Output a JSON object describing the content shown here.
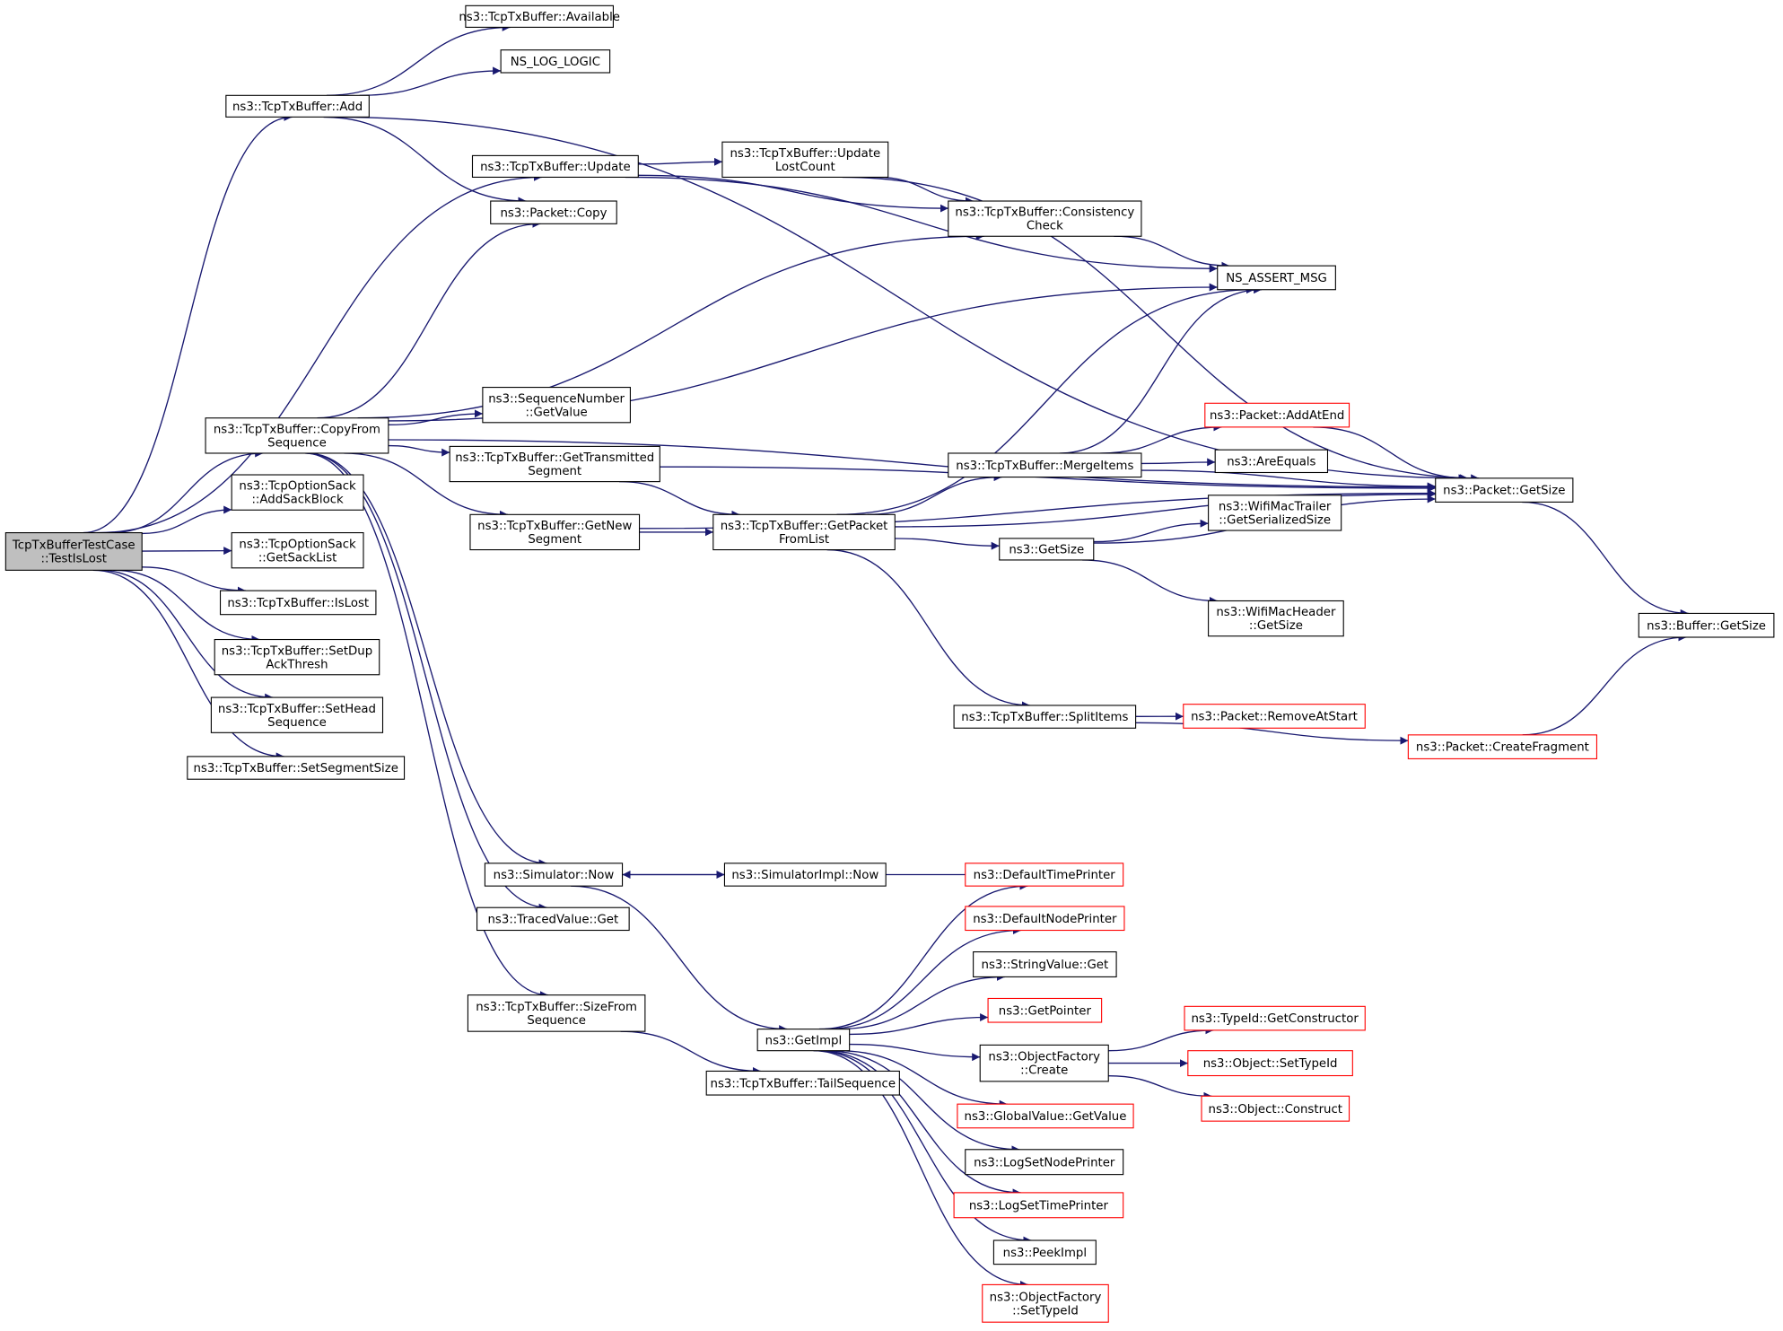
{
  "diagram": {
    "type": "call-graph",
    "colors": {
      "edge": "#191970",
      "root_fill": "#bfbfbf",
      "node_border": "#000000",
      "truncated_border": "#ff0000"
    },
    "nodes": [
      {
        "id": "root",
        "lines": [
          "TcpTxBufferTestCase",
          "::TestIsLost"
        ],
        "style": "root"
      },
      {
        "id": "available",
        "lines": [
          "ns3::TcpTxBuffer::Available"
        ]
      },
      {
        "id": "nslog",
        "lines": [
          "NS_LOG_LOGIC"
        ]
      },
      {
        "id": "add",
        "lines": [
          "ns3::TcpTxBuffer::Add"
        ]
      },
      {
        "id": "update",
        "lines": [
          "ns3::TcpTxBuffer::Update"
        ]
      },
      {
        "id": "updlost",
        "lines": [
          "ns3::TcpTxBuffer::Update",
          "LostCount"
        ]
      },
      {
        "id": "pcopy",
        "lines": [
          "ns3::Packet::Copy"
        ]
      },
      {
        "id": "consist",
        "lines": [
          "ns3::TcpTxBuffer::Consistency",
          "Check"
        ]
      },
      {
        "id": "assert",
        "lines": [
          "NS_ASSERT_MSG"
        ]
      },
      {
        "id": "seqget",
        "lines": [
          "ns3::SequenceNumber",
          "::GetValue"
        ]
      },
      {
        "id": "copyfrom",
        "lines": [
          "ns3::TcpTxBuffer::CopyFrom",
          "Sequence"
        ]
      },
      {
        "id": "gettrans",
        "lines": [
          "ns3::TcpTxBuffer::GetTransmitted",
          "Segment"
        ]
      },
      {
        "id": "addend",
        "lines": [
          "ns3::Packet::AddAtEnd"
        ],
        "style": "red"
      },
      {
        "id": "merge",
        "lines": [
          "ns3::TcpTxBuffer::MergeItems"
        ]
      },
      {
        "id": "areeq",
        "lines": [
          "ns3::AreEquals"
        ]
      },
      {
        "id": "pgetsize",
        "lines": [
          "ns3::Packet::GetSize"
        ]
      },
      {
        "id": "addsack",
        "lines": [
          "ns3::TcpOptionSack",
          "::AddSackBlock"
        ]
      },
      {
        "id": "getnew",
        "lines": [
          "ns3::TcpTxBuffer::GetNew",
          "Segment"
        ]
      },
      {
        "id": "getpkt",
        "lines": [
          "ns3::TcpTxBuffer::GetPacket",
          "FromList"
        ]
      },
      {
        "id": "wifitrailer",
        "lines": [
          "ns3::WifiMacTrailer",
          "::GetSerializedSize"
        ]
      },
      {
        "id": "getsize",
        "lines": [
          "ns3::GetSize"
        ]
      },
      {
        "id": "sacklist",
        "lines": [
          "ns3::TcpOptionSack",
          "::GetSackList"
        ]
      },
      {
        "id": "islost",
        "lines": [
          "ns3::TcpTxBuffer::IsLost"
        ]
      },
      {
        "id": "wifihdr",
        "lines": [
          "ns3::WifiMacHeader",
          "::GetSize"
        ]
      },
      {
        "id": "bgetsize",
        "lines": [
          "ns3::Buffer::GetSize"
        ]
      },
      {
        "id": "setdup",
        "lines": [
          "ns3::TcpTxBuffer::SetDup",
          "AckThresh"
        ]
      },
      {
        "id": "split",
        "lines": [
          "ns3::TcpTxBuffer::SplitItems"
        ]
      },
      {
        "id": "remstart",
        "lines": [
          "ns3::Packet::RemoveAtStart"
        ],
        "style": "red"
      },
      {
        "id": "sethead",
        "lines": [
          "ns3::TcpTxBuffer::SetHead",
          "Sequence"
        ]
      },
      {
        "id": "createfrag",
        "lines": [
          "ns3::Packet::CreateFragment"
        ],
        "style": "red"
      },
      {
        "id": "setseg",
        "lines": [
          "ns3::TcpTxBuffer::SetSegmentSize"
        ]
      },
      {
        "id": "simnow",
        "lines": [
          "ns3::Simulator::Now"
        ]
      },
      {
        "id": "simimplnow",
        "lines": [
          "ns3::SimulatorImpl::Now"
        ]
      },
      {
        "id": "deftime",
        "lines": [
          "ns3::DefaultTimePrinter"
        ],
        "style": "red"
      },
      {
        "id": "defnode",
        "lines": [
          "ns3::DefaultNodePrinter"
        ],
        "style": "red"
      },
      {
        "id": "tracedget",
        "lines": [
          "ns3::TracedValue::Get"
        ]
      },
      {
        "id": "strget",
        "lines": [
          "ns3::StringValue::Get"
        ]
      },
      {
        "id": "sizefrom",
        "lines": [
          "ns3::TcpTxBuffer::SizeFrom",
          "Sequence"
        ]
      },
      {
        "id": "getptr",
        "lines": [
          "ns3::GetPointer"
        ],
        "style": "red"
      },
      {
        "id": "typeidctor",
        "lines": [
          "ns3::TypeId::GetConstructor"
        ],
        "style": "red"
      },
      {
        "id": "getimpl",
        "lines": [
          "ns3::GetImpl"
        ]
      },
      {
        "id": "objcreate",
        "lines": [
          "ns3::ObjectFactory",
          "::Create"
        ]
      },
      {
        "id": "objsettype",
        "lines": [
          "ns3::Object::SetTypeId"
        ],
        "style": "red"
      },
      {
        "id": "tailseq",
        "lines": [
          "ns3::TcpTxBuffer::TailSequence"
        ]
      },
      {
        "id": "objconstruct",
        "lines": [
          "ns3::Object::Construct"
        ],
        "style": "red"
      },
      {
        "id": "globget",
        "lines": [
          "ns3::GlobalValue::GetValue"
        ],
        "style": "red"
      },
      {
        "id": "lognode",
        "lines": [
          "ns3::LogSetNodePrinter"
        ]
      },
      {
        "id": "logtime",
        "lines": [
          "ns3::LogSetTimePrinter"
        ],
        "style": "red"
      },
      {
        "id": "peek",
        "lines": [
          "ns3::PeekImpl"
        ]
      },
      {
        "id": "ofsettype",
        "lines": [
          "ns3::ObjectFactory",
          "::SetTypeId"
        ],
        "style": "red"
      }
    ],
    "edges": [
      [
        "root",
        "add"
      ],
      [
        "root",
        "update"
      ],
      [
        "root",
        "copyfrom"
      ],
      [
        "root",
        "addsack"
      ],
      [
        "root",
        "sacklist"
      ],
      [
        "root",
        "islost"
      ],
      [
        "root",
        "setdup"
      ],
      [
        "root",
        "sethead"
      ],
      [
        "root",
        "setseg"
      ],
      [
        "add",
        "available"
      ],
      [
        "add",
        "nslog"
      ],
      [
        "add",
        "pgetsize"
      ],
      [
        "add",
        "pcopy"
      ],
      [
        "update",
        "updlost"
      ],
      [
        "update",
        "consist"
      ],
      [
        "update",
        "assert"
      ],
      [
        "updlost",
        "pgetsize"
      ],
      [
        "updlost",
        "consist"
      ],
      [
        "consist",
        "assert"
      ],
      [
        "copyfrom",
        "pcopy"
      ],
      [
        "copyfrom",
        "consist"
      ],
      [
        "copyfrom",
        "assert"
      ],
      [
        "copyfrom",
        "pgetsize"
      ],
      [
        "copyfrom",
        "seqget"
      ],
      [
        "copyfrom",
        "gettrans"
      ],
      [
        "copyfrom",
        "getnew"
      ],
      [
        "copyfrom",
        "simnow"
      ],
      [
        "copyfrom",
        "tracedget"
      ],
      [
        "copyfrom",
        "sizefrom"
      ],
      [
        "gettrans",
        "pgetsize"
      ],
      [
        "gettrans",
        "getpkt"
      ],
      [
        "getnew",
        "getpkt"
      ],
      [
        "getnew",
        "pgetsize"
      ],
      [
        "getpkt",
        "assert"
      ],
      [
        "getpkt",
        "merge"
      ],
      [
        "getpkt",
        "getsize"
      ],
      [
        "getpkt",
        "pgetsize"
      ],
      [
        "getpkt",
        "split"
      ],
      [
        "merge",
        "assert"
      ],
      [
        "merge",
        "pgetsize"
      ],
      [
        "merge",
        "addend"
      ],
      [
        "merge",
        "areeq"
      ],
      [
        "addend",
        "pgetsize"
      ],
      [
        "getsize",
        "wifitrailer"
      ],
      [
        "getsize",
        "pgetsize"
      ],
      [
        "getsize",
        "wifihdr"
      ],
      [
        "pgetsize",
        "bgetsize"
      ],
      [
        "split",
        "remstart"
      ],
      [
        "split",
        "createfrag"
      ],
      [
        "createfrag",
        "bgetsize"
      ],
      [
        "simnow",
        "simimplnow"
      ],
      [
        "simnow",
        "getimpl"
      ],
      [
        "deftime",
        "simnow"
      ],
      [
        "sizefrom",
        "tailseq"
      ],
      [
        "getimpl",
        "deftime"
      ],
      [
        "getimpl",
        "defnode"
      ],
      [
        "getimpl",
        "strget"
      ],
      [
        "getimpl",
        "getptr"
      ],
      [
        "getimpl",
        "objcreate"
      ],
      [
        "getimpl",
        "globget"
      ],
      [
        "getimpl",
        "lognode"
      ],
      [
        "getimpl",
        "logtime"
      ],
      [
        "getimpl",
        "peek"
      ],
      [
        "getimpl",
        "ofsettype"
      ],
      [
        "objcreate",
        "typeidctor"
      ],
      [
        "objcreate",
        "objsettype"
      ],
      [
        "objcreate",
        "objconstruct"
      ]
    ]
  }
}
